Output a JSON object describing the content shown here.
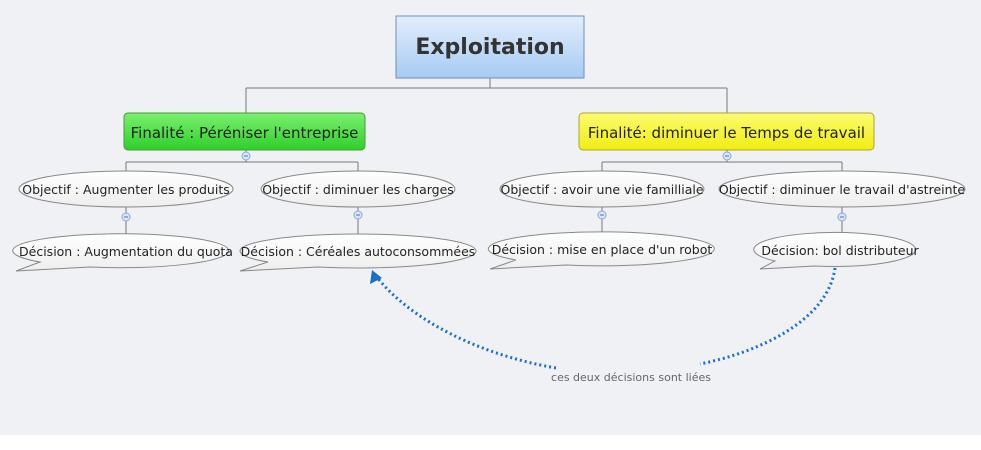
{
  "root": {
    "label": "Exploitation"
  },
  "branches": [
    {
      "label": "Finalité : Péréniser l'entreprise",
      "color": "#3fdc3a",
      "children": [
        {
          "objective": "Objectif : Augmenter les produits",
          "decision": "Décision : Augmentation du quota"
        },
        {
          "objective": "Objectif : diminuer les charges",
          "decision": "Décision : Céréales autoconsommées"
        }
      ]
    },
    {
      "label": "Finalité: diminuer le Temps de travail",
      "color": "#f4f31a",
      "children": [
        {
          "objective": "Objectif : avoir une vie familliale",
          "decision": "Décision : mise en place d'un robot"
        },
        {
          "objective": "Objectif : diminuer le travail d'astreinte",
          "decision": "Décision: bol distributeur"
        }
      ]
    }
  ],
  "relationship": {
    "label": "ces deux décisions sont liées",
    "color": "#1a6fc9"
  }
}
